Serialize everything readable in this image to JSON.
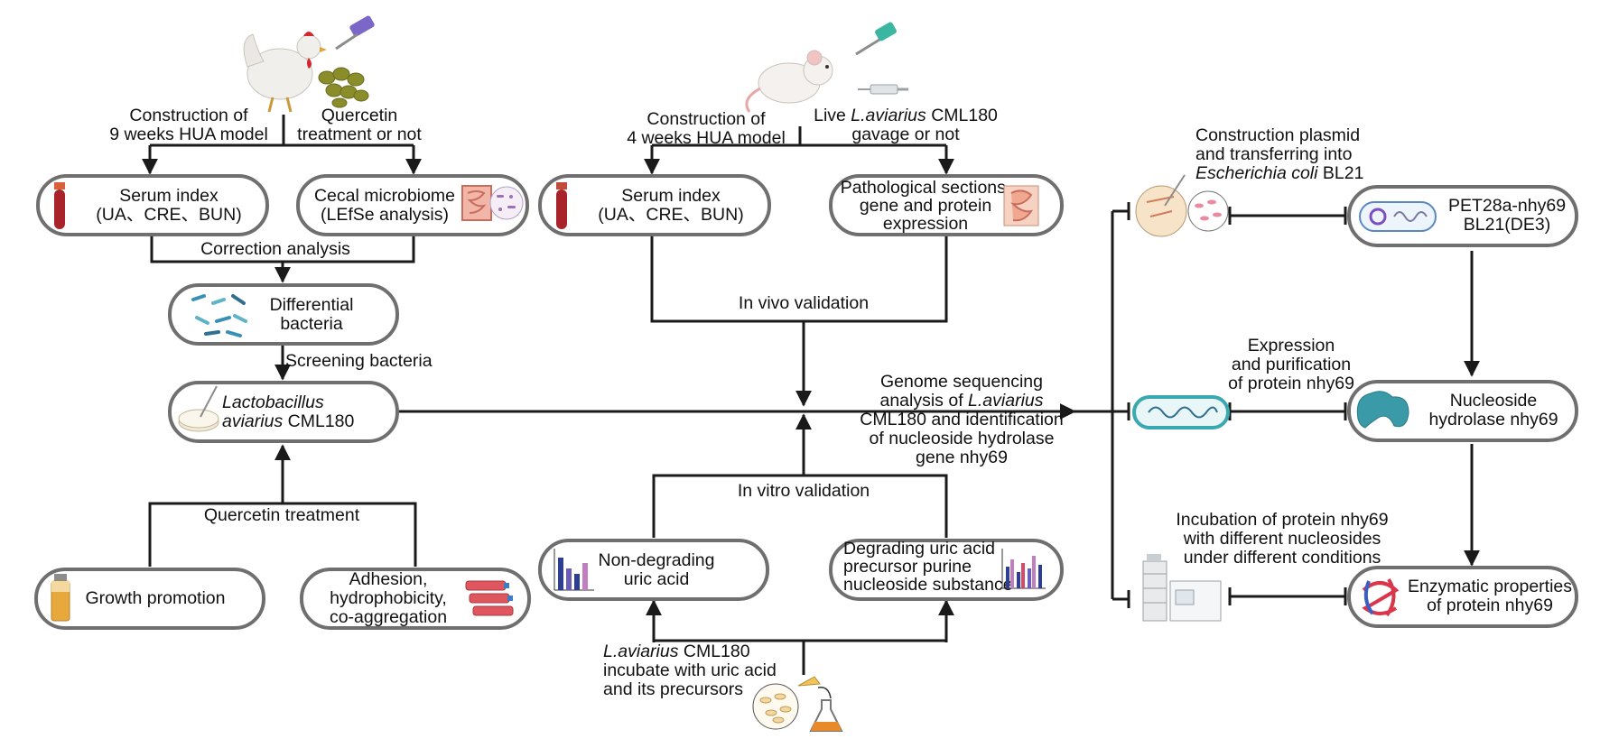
{
  "left_column": {
    "hen_construction": "Construction of\n9 weeks HUA model",
    "quercetin_treatment_or_not": "Quercetin\ntreatment or not",
    "serum_index": "Serum index\n(UA、CRE、BUN)",
    "cecal_microbiome": "Cecal microbiome\n(LEfSe analysis)",
    "correction_analysis": "Correction analysis",
    "differential_bacteria": "Differential\nbacteria",
    "screening_bacteria": "Screening bacteria",
    "lactobacillus_italic": "Lactobacillus\naviarius",
    "lactobacillus_strain": "CML180",
    "quercetin_treatment": "Quercetin treatment",
    "growth_promotion": "Growth promotion",
    "adhesion": "Adhesion,\nhydrophobicity,\nco-aggregation"
  },
  "middle_column": {
    "mouse_construction": "Construction of\n4 weeks HUA model",
    "live_prefix": "Live",
    "live_species": "L.aviarius",
    "live_suffix": "CML180\ngavage or not",
    "serum_index": "Serum index\n(UA、CRE、BUN)",
    "pathological": "Pathological sections,\ngene and protein\nexpression",
    "in_vivo_validation": "In vivo validation",
    "in_vitro_validation": "In vitro validation",
    "non_degrading": "Non-degrading\nuric acid",
    "degrading": "Degrading uric acid\nprecursor purine\nnucleoside substance",
    "incubate_species": "L.aviarius",
    "incubate_text": "CML180\nincubate with uric acid\nand its precursors",
    "genome_line1": "Genome sequencing",
    "genome_line2_prefix": "analysis of",
    "genome_line2_species": "L.aviarius",
    "genome_rest": "CML180 and identification\nof nucleoside hydrolase\ngene nhy69"
  },
  "right_column": {
    "construction_plasmid": "Construction plasmid\nand transferring into",
    "ecoli_species": "Escherichia coli",
    "ecoli_strain": "BL21",
    "pet28a": "PET28a-nhy69\nBL21(DE3)",
    "expression_purification": "Expression\nand purification\nof protein nhy69",
    "nucleoside_hydrolase": "Nucleoside\nhydrolase nhy69",
    "incubation_protein": "Incubation of protein nhy69\nwith different nucleosides\nunder different conditions",
    "enzymatic_properties": "Enzymatic properties\nof protein nhy69"
  },
  "colors": {
    "node_border": "#6f6f6f",
    "wire": "#1a1a1a",
    "blood": "#a8232a",
    "accent_teal": "#3aa8b0",
    "accent_orange": "#e08a2a"
  },
  "icons": [
    "hen-icon",
    "syringe-icon",
    "quercetin-pellets-icon",
    "mouse-icon",
    "blood-tube-icon",
    "intestine-icon",
    "bacteria-icon",
    "petri-dish-icon",
    "growth-bottle-icon",
    "culture-flasks-icon",
    "bar-chart-icon",
    "flask-icon",
    "plasmid-icon",
    "bacterium-cell-icon",
    "protein-icon",
    "hplc-instrument-icon"
  ]
}
